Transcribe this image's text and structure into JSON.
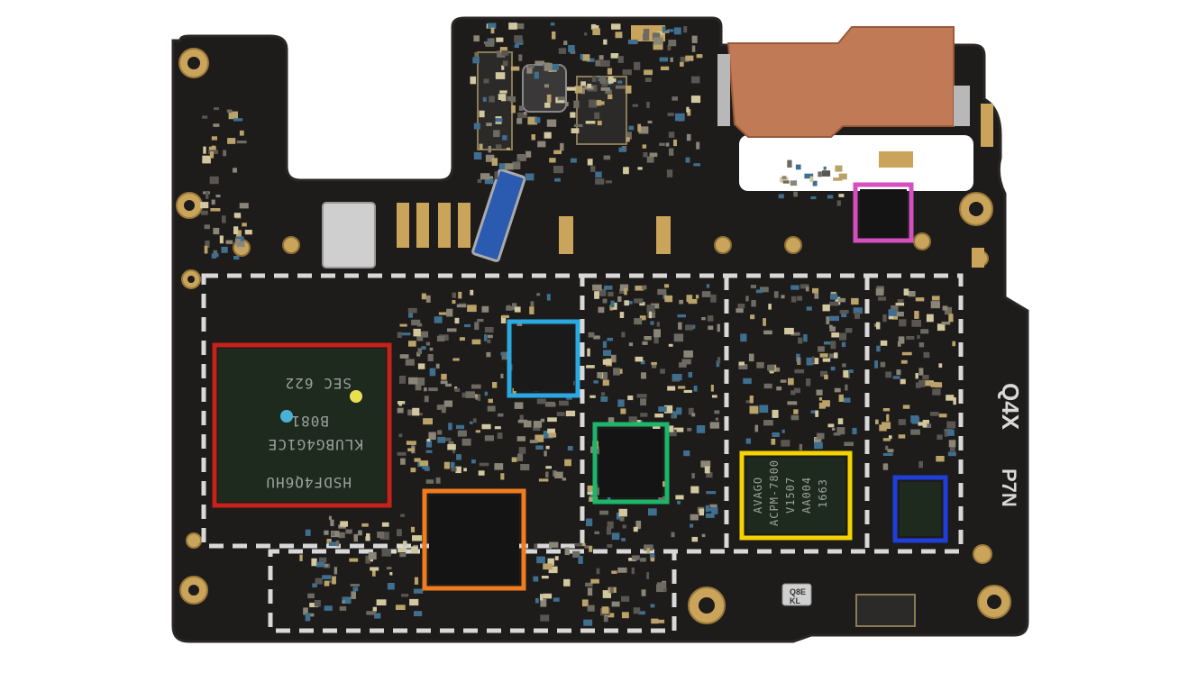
{
  "image": {
    "subject": "logic-board",
    "colors": {
      "background": "#ffffff",
      "pcb": "#1e1b1b",
      "pcb_edge": "#2a2626",
      "copper_shield": "#c07a55",
      "gold_pad": "#c9a45a",
      "shield_fence": "#d8d8d8",
      "chip_body": "#1f2a1f"
    }
  },
  "chips": {
    "memory": {
      "lines": [
        "HSDF4Q6HU",
        "KLUBG4G1CE",
        "B081",
        "SEC 622"
      ],
      "highlight": "#c4221a"
    },
    "orange": {
      "highlight": "#f07c1e"
    },
    "cyan": {
      "highlight": "#2aa9e0"
    },
    "green": {
      "highlight": "#1cb56a"
    },
    "yellow": {
      "lines": [
        "AVAGO",
        "ACPM-7800",
        "V1507",
        "AA004",
        "1663"
      ],
      "highlight": "#f3d400"
    },
    "blue": {
      "highlight": "#1f3fd8"
    },
    "magenta": {
      "highlight": "#d64fc0"
    }
  },
  "silkscreen": {
    "side": "P7N",
    "marking": "Q4X",
    "small_chip": [
      "Q8E",
      "KL"
    ]
  }
}
